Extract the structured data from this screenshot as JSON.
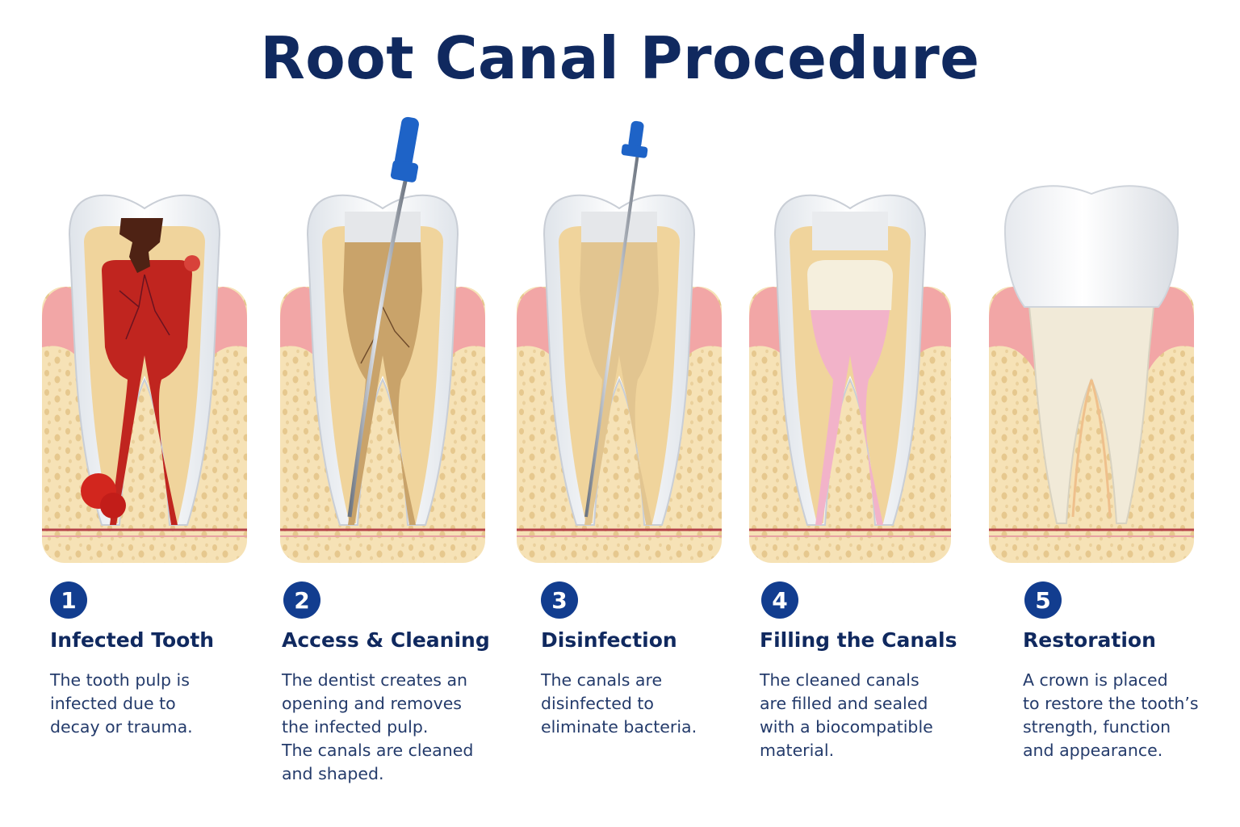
{
  "page": {
    "title": "Root Canal Procedure"
  },
  "steps": [
    {
      "number": "1",
      "title": "Infected Tooth",
      "description": "The tooth pulp is\ninfected due to\ndecay or trauma."
    },
    {
      "number": "2",
      "title": "Access & Cleaning",
      "description": "The dentist creates an\nopening and removes\nthe infected pulp.\nThe canals are cleaned\nand shaped."
    },
    {
      "number": "3",
      "title": "Disinfection",
      "description": "The canals are\ndisinfected to\neliminate bacteria."
    },
    {
      "number": "4",
      "title": "Filling the Canals",
      "description": "The cleaned canals\nare filled and sealed\nwith a biocompatible\nmaterial."
    },
    {
      "number": "5",
      "title": "Restoration",
      "description": "A crown is placed\nto restore the tooth’s\nstrength, function\nand appearance."
    }
  ],
  "colors": {
    "title": "#10295f",
    "badge": "#123d8f",
    "bone": "#f6e2b6",
    "gum": "#f2a6a6",
    "enamel": "#f4f6f8",
    "dentin": "#f0d49c",
    "infected_pulp": "#c0251f",
    "filling": "#f2b3c9",
    "file_handle": "#1e63c7"
  }
}
